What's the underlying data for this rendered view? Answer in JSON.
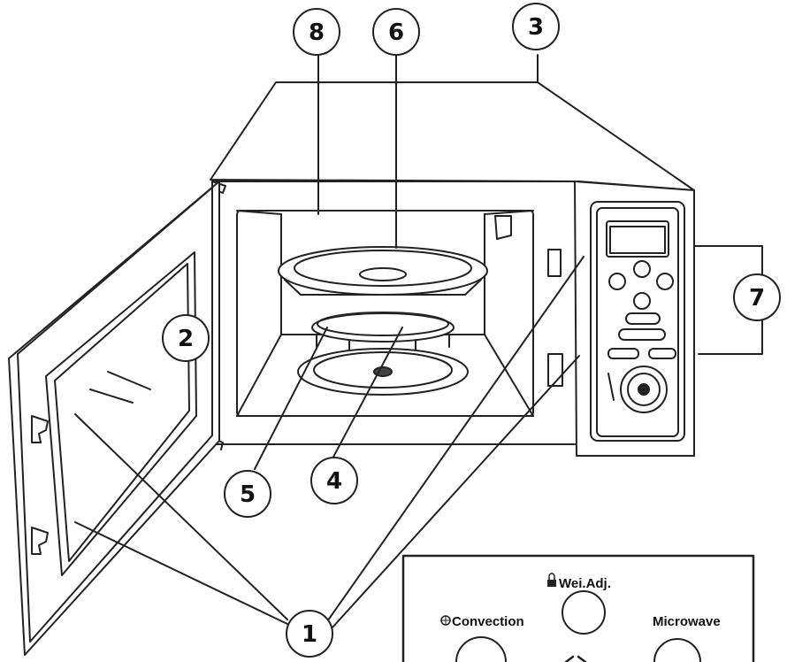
{
  "callouts": {
    "c1": "1",
    "c2": "2",
    "c3": "3",
    "c4": "4",
    "c5": "5",
    "c6": "6",
    "c7": "7",
    "c8": "8"
  },
  "inset_panel": {
    "wei_adj": "Wei.Adj.",
    "convection": "Convection",
    "microwave": "Microwave"
  }
}
